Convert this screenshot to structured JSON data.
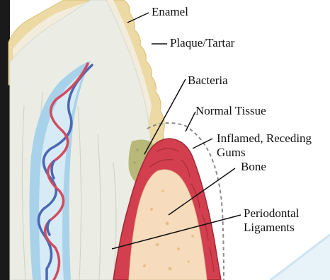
{
  "labels": {
    "enamel": "Enamel",
    "plaque_tartar": "Plaque/Tartar",
    "bacteria": "Bacteria",
    "normal_tissue": "Normal Tissue",
    "inflamed_line1": "Inflamed, Receding",
    "inflamed_line2": "Gums",
    "bone": "Bone",
    "periodontal_line1": "Periodontal",
    "periodontal_line2": "Ligaments"
  },
  "colors": {
    "enamel_shell": "#f1ecdc",
    "tooth_body": "#eceee6",
    "pulp_outer": "#a8d2ea",
    "pulp_inner": "#d6ebf6",
    "artery": "#d24b5d",
    "vein": "#4a68b3",
    "plaque": "#ecd9a4",
    "bacteria": "#b8b878",
    "gum": "#d33f4e",
    "gum_dark": "#9f2a36",
    "bone": "#f6dcbc",
    "bone_spots": "#e4bd8a",
    "normal_tissue_line": "#8c8c8c",
    "background_panel": "#e8f2f9"
  }
}
